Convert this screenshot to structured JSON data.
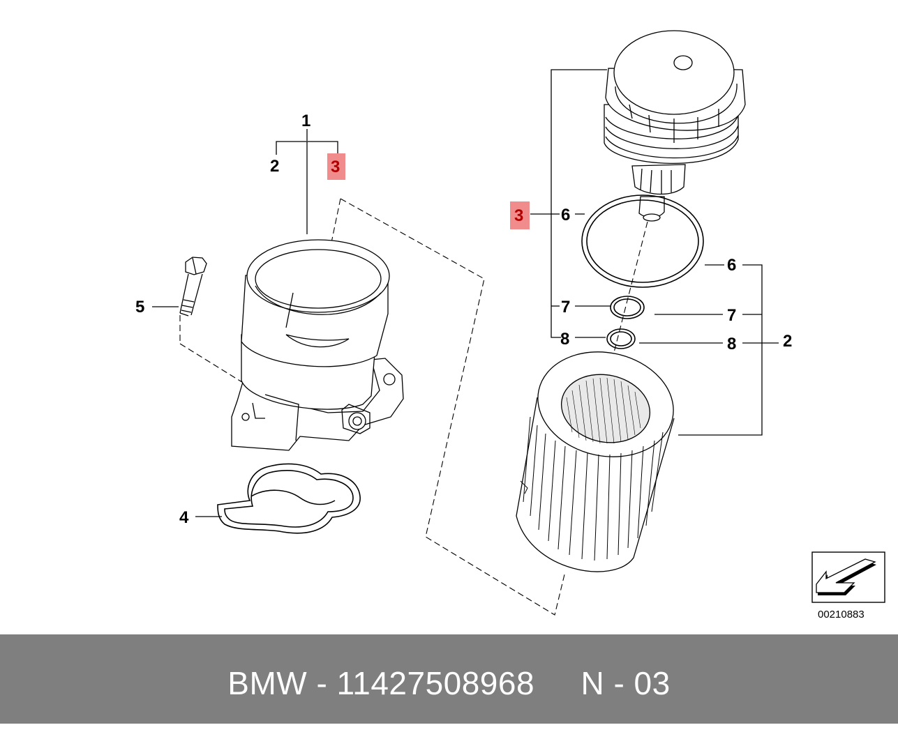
{
  "callouts": {
    "a1": "1",
    "a2": "2",
    "a3": "3",
    "b3": "3",
    "b6": "6",
    "b7": "7",
    "b8": "8",
    "c6": "6",
    "c7": "7",
    "c8": "8",
    "c2": "2",
    "d5": "5",
    "d4": "4"
  },
  "highlight_color": "#f08c8c",
  "diagram_code": "00210883",
  "footer": {
    "caption": "BMW - 11427508968     N - 03"
  }
}
